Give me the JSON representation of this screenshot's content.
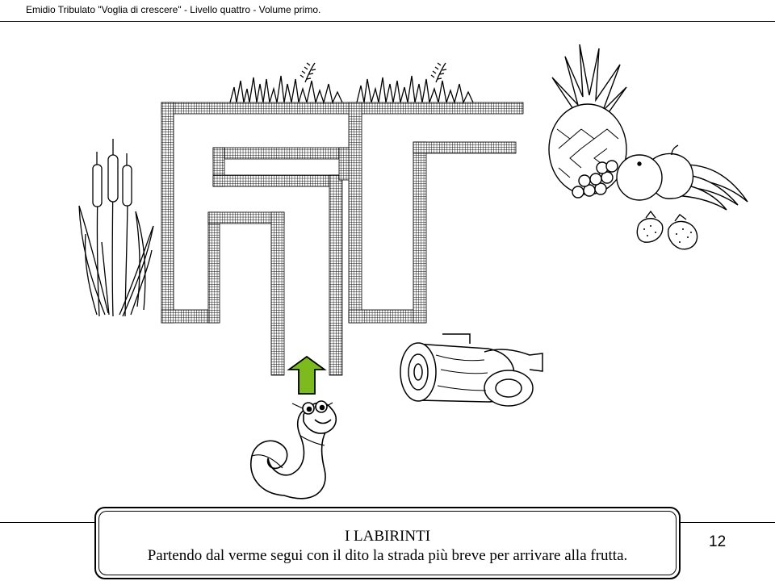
{
  "header": {
    "running_title": "Emidio Tribulato  \"Voglia di crescere\" - Livello quattro - Volume primo."
  },
  "caption": {
    "title": "I LABIRINTI",
    "instruction": "Partendo dal verme segui con il dito la strada più breve per arrivare alla frutta."
  },
  "page_number": "12",
  "colors": {
    "ink": "#000000",
    "arrow_fill": "#7dba1e",
    "paper": "#ffffff"
  },
  "icons": {
    "arrow": "up-arrow-icon",
    "worm": "worm-icon",
    "fruit": "fruit-icon",
    "logs": "logs-icon",
    "cattails": "cattail-icon",
    "grass": "grass-icon"
  }
}
